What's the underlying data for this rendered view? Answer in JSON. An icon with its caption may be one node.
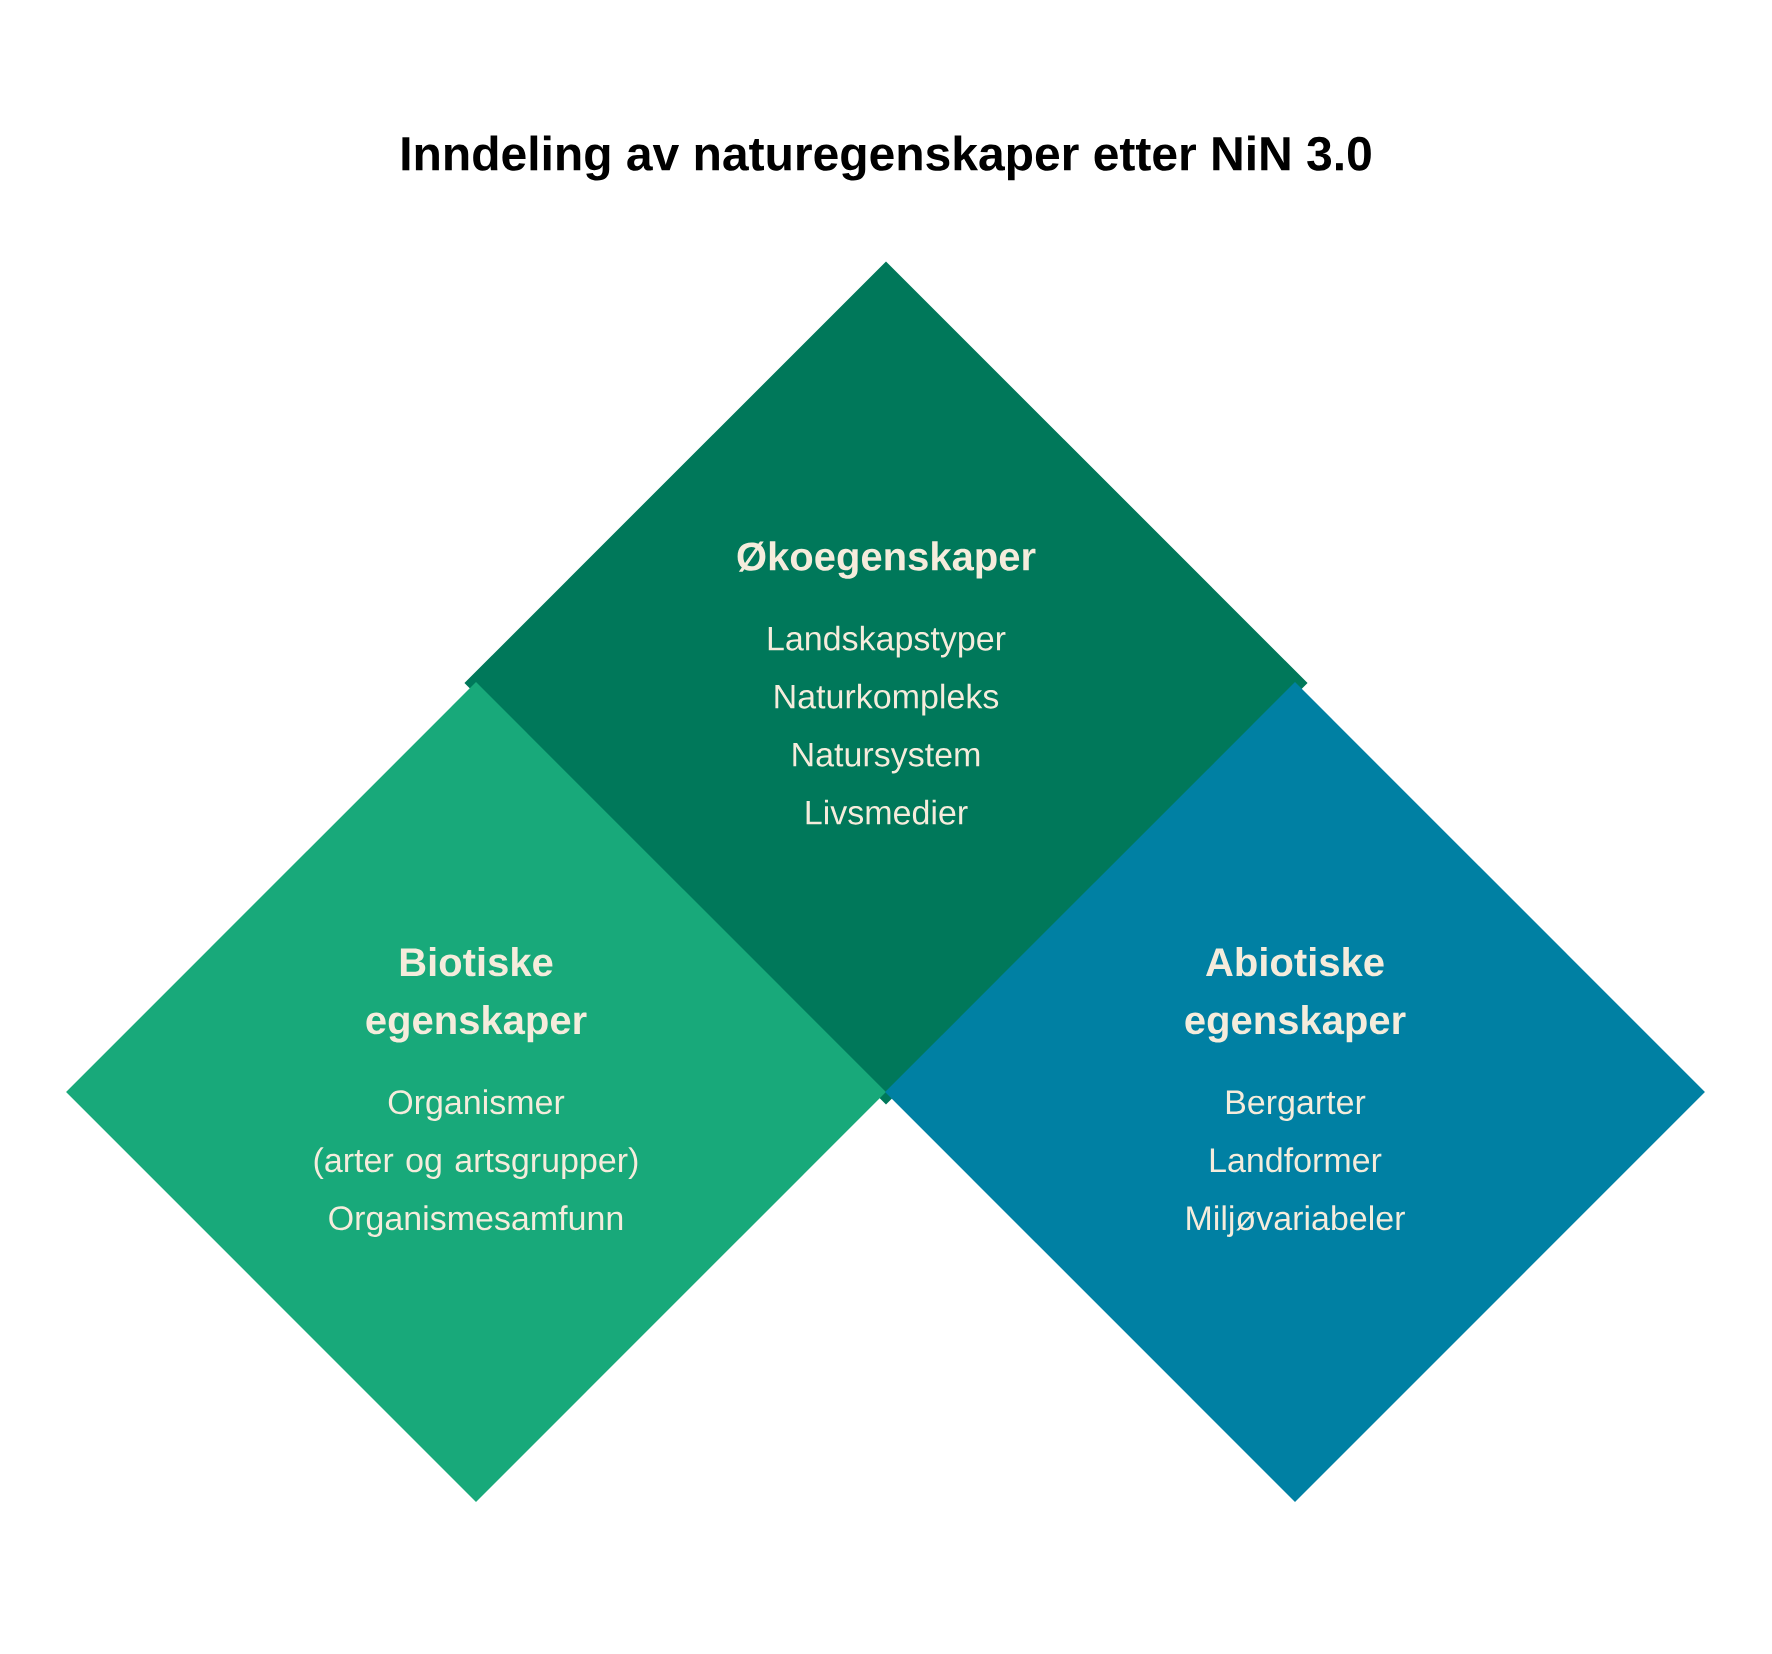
{
  "diagram": {
    "title": "Inndeling av naturegenskaper etter NiN 3.0",
    "nodes": [
      {
        "text": [
          "Økoegenskaper",
          "Landskapstyper",
          "Naturkompleks",
          "Natursystem",
          "Livsmedier"
        ]
      },
      {
        "text": [
          "Biotiske egenskaper",
          "Organismer",
          "(arter og artsgrupper)",
          "Organismesamfunn"
        ]
      },
      {
        "text": [
          "Abiotiske egenskaper",
          "Bergarter",
          "Landformer",
          "Miljøvariabeler"
        ]
      }
    ],
    "edges": []
  }
}
